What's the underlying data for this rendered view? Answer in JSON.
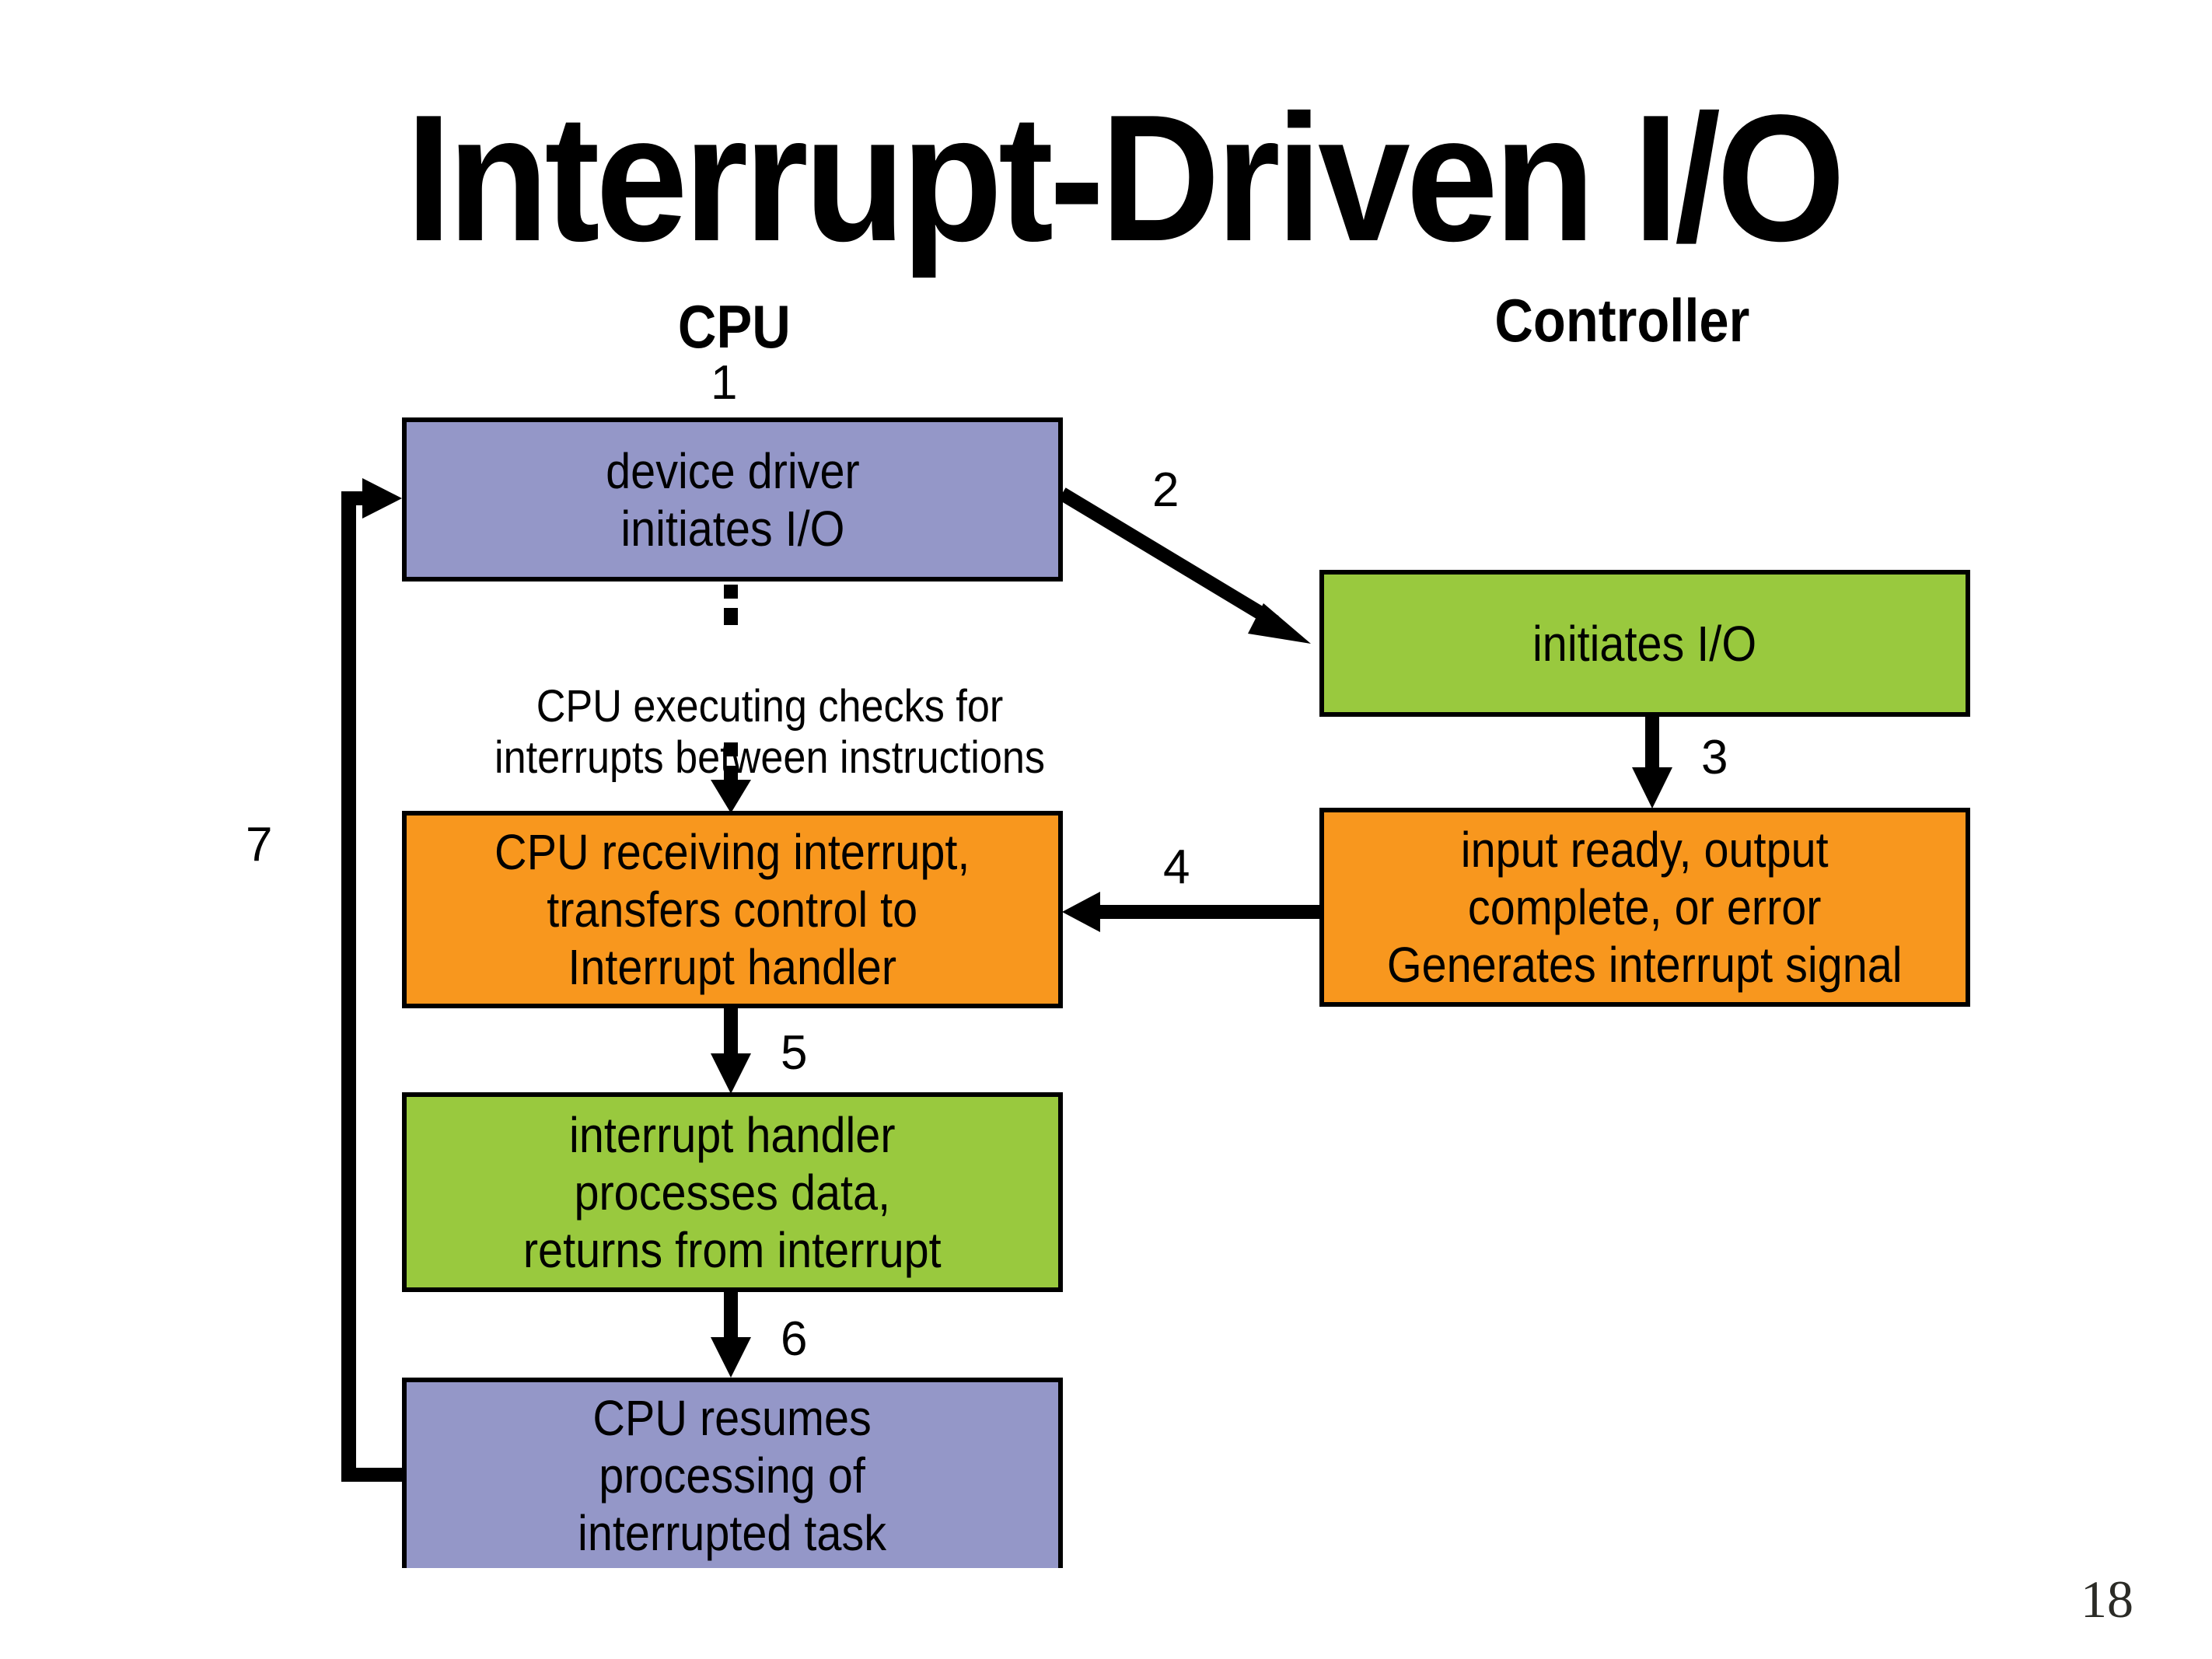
{
  "slide": {
    "title": "Interrupt-Driven I/O",
    "page_number": "18"
  },
  "columns": {
    "cpu_label": "CPU",
    "controller_label": "Controller"
  },
  "colors": {
    "purple": "#9497c8",
    "green": "#99c93e",
    "orange": "#f8971e",
    "stroke": "#000000"
  },
  "steps": {
    "s1": "1",
    "s2": "2",
    "s3": "3",
    "s4": "4",
    "s5": "5",
    "s6": "6",
    "s7": "7"
  },
  "boxes": {
    "device_driver": "device driver\ninitiates I/O",
    "controller_initiates": "initiates I/O",
    "cpu_receiving": "CPU receiving interrupt,\ntransfers control to\nInterrupt handler",
    "controller_ready": "input ready, output\ncomplete, or error\nGenerates interrupt signal",
    "handler_processes": "interrupt handler\nprocesses data,\nreturns from interrupt",
    "cpu_resumes": "CPU resumes\nprocessing of\ninterrupted task"
  },
  "note": {
    "cpu_checks": "CPU executing checks for\ninterrupts between instructions"
  }
}
